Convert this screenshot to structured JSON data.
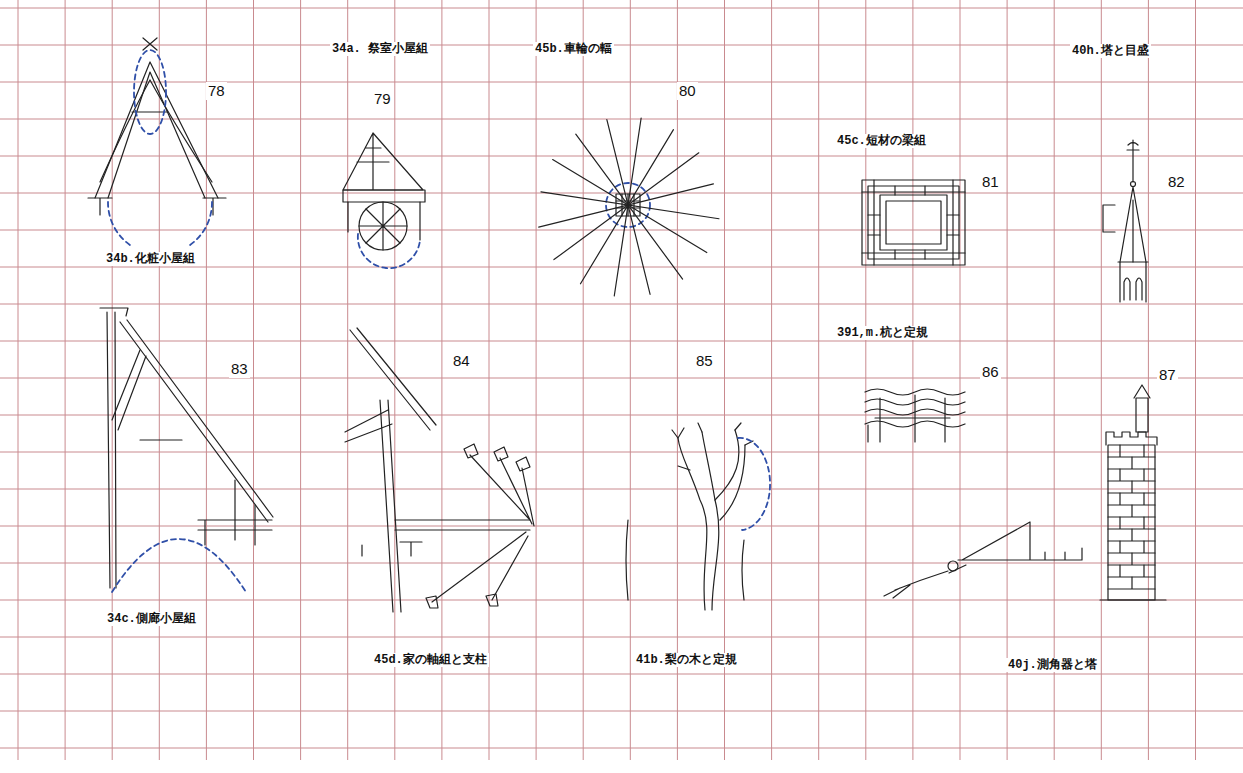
{
  "diagram": {
    "labels": [
      "78",
      "34a. 祭室小屋組",
      "79",
      "45b.車輪の輻",
      "80",
      "45c.短材の梁組",
      "81",
      "40h.塔と目盛",
      "82",
      "34b.化粧小屋組",
      "83",
      "84",
      "85",
      "391,m.杭と定規",
      "86",
      "87",
      "34c.側廊小屋組",
      "45d.家の軸組と支柱",
      "41b.梨の木と定規",
      "40j.測角器と塔"
    ]
  }
}
